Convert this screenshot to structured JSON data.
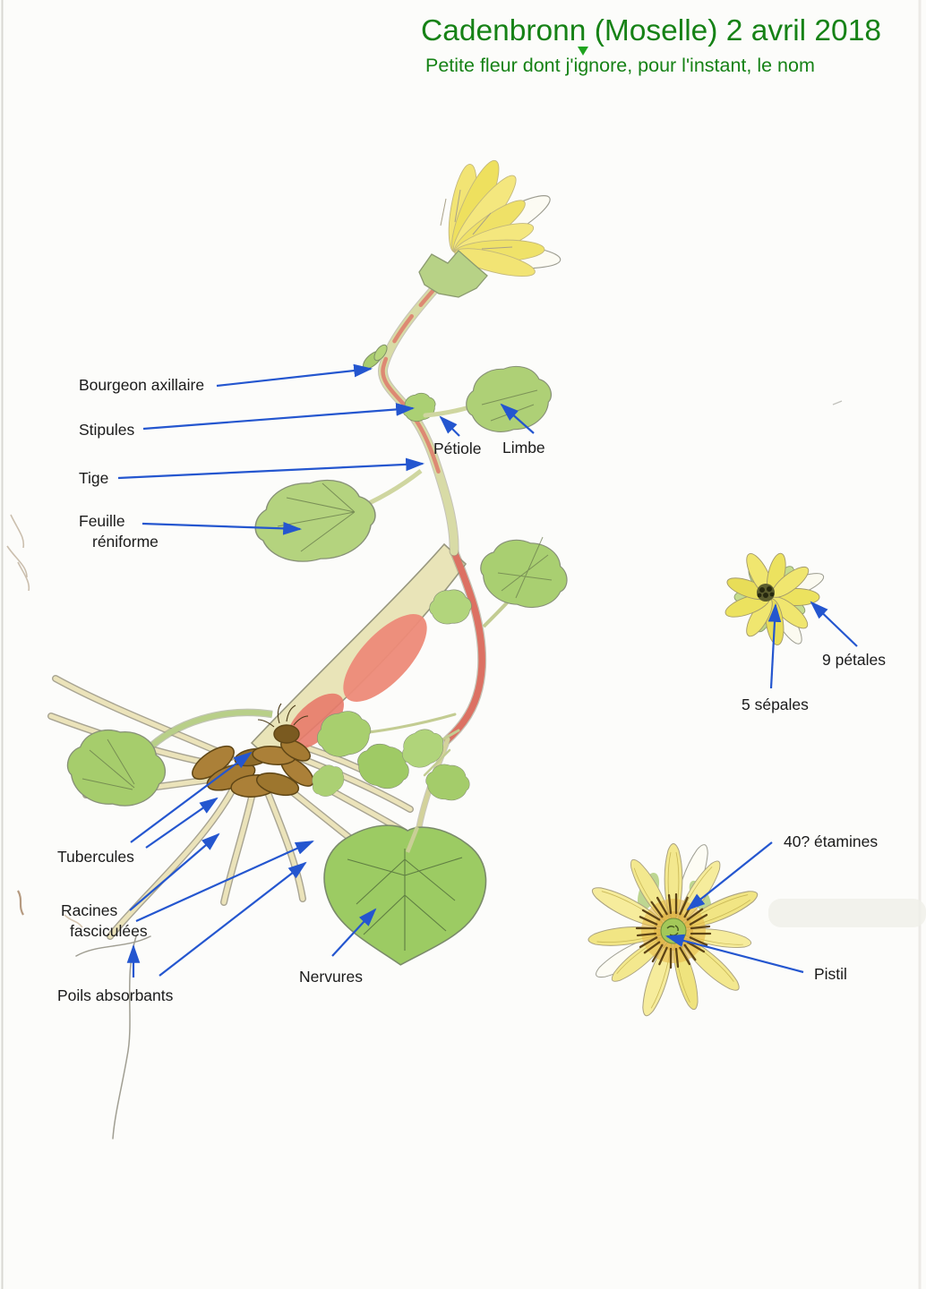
{
  "header": {
    "title": "Cadenbronn (Moselle) 2 avril 2018",
    "subtitle": "Petite fleur dont j'ignore, pour l'instant, le nom",
    "title_color": "#168216"
  },
  "annotations": {
    "bourgeon_axillaire": "Bourgeon axillaire",
    "stipules": "Stipules",
    "tige": "Tige",
    "feuille_reniforme_line1": "Feuille",
    "feuille_reniforme_line2": "réniforme",
    "petiole": "Pétiole",
    "limbe": "Limbe",
    "neuf_petales": "9 pétales",
    "cinq_sepales": "5 sépales",
    "tubercules": "Tubercules",
    "racines_fasciculees_line1": "Racines",
    "racines_fasciculees_line2": "fasciculées",
    "poils_absorbants": "Poils absorbants",
    "nervures": "Nervures",
    "quarante_etamines": "40? étamines",
    "pistil": "Pistil"
  },
  "colors": {
    "arrow_blue": "#2456cf",
    "label_text": "#1b1b1b",
    "title_green": "#168216",
    "petal_yellow": "#f0e26e",
    "pale_petal_yellow": "#f4e88c",
    "leaf_green": "#aed076",
    "stem_red": "#de7e6e",
    "stem_olive": "#d8dba6",
    "tuber_brown": "#ab8038",
    "root_cream": "#ebe3ba"
  }
}
